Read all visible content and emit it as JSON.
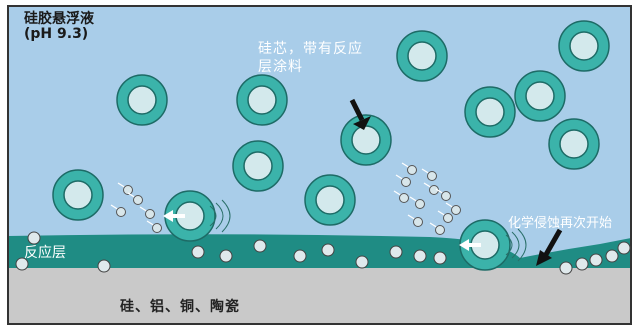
{
  "title": {
    "line1": "硅胶悬浮液",
    "line2": "(pH 9.3)"
  },
  "labels": {
    "core_line1": "硅芯，带有反应",
    "core_line2": "层涂料",
    "reaction_layer": "反应层",
    "etch_restart": "化学侵蚀再次开始",
    "substrate": "硅、铝、铜、陶瓷"
  },
  "colors": {
    "liquid": "#a9cde9",
    "particle_shell": "#3bb3aa",
    "particle_core": "#d3e9ec",
    "reaction_layer": "#1f8c84",
    "substrate": "#c9c9c9",
    "arrow_black": "#111111",
    "arrow_white": "#ffffff"
  }
}
